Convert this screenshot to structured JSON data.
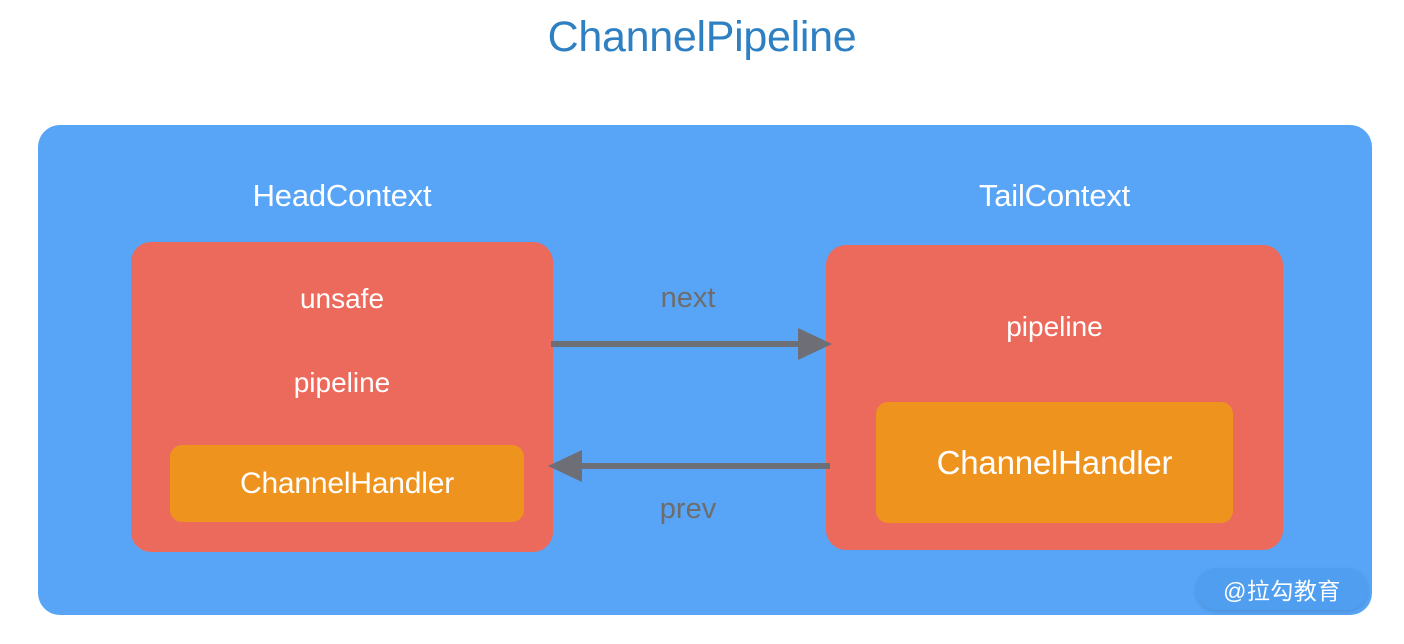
{
  "diagram": {
    "title": "ChannelPipeline",
    "title_color": "#2e80c2",
    "panel_color": "#58a5f7",
    "context_box_color": "#ec6a5c",
    "handler_box_color": "#ef931f",
    "arrow_color": "#6d6d6d",
    "contexts": [
      {
        "label": "HeadContext",
        "fields": [
          "unsafe",
          "pipeline"
        ],
        "handler": "ChannelHandler"
      },
      {
        "label": "TailContext",
        "fields": [
          "pipeline"
        ],
        "handler": "ChannelHandler"
      }
    ],
    "arrows": [
      {
        "label": "next",
        "direction": "right"
      },
      {
        "label": "prev",
        "direction": "left"
      }
    ],
    "watermark": "@拉勾教育"
  }
}
